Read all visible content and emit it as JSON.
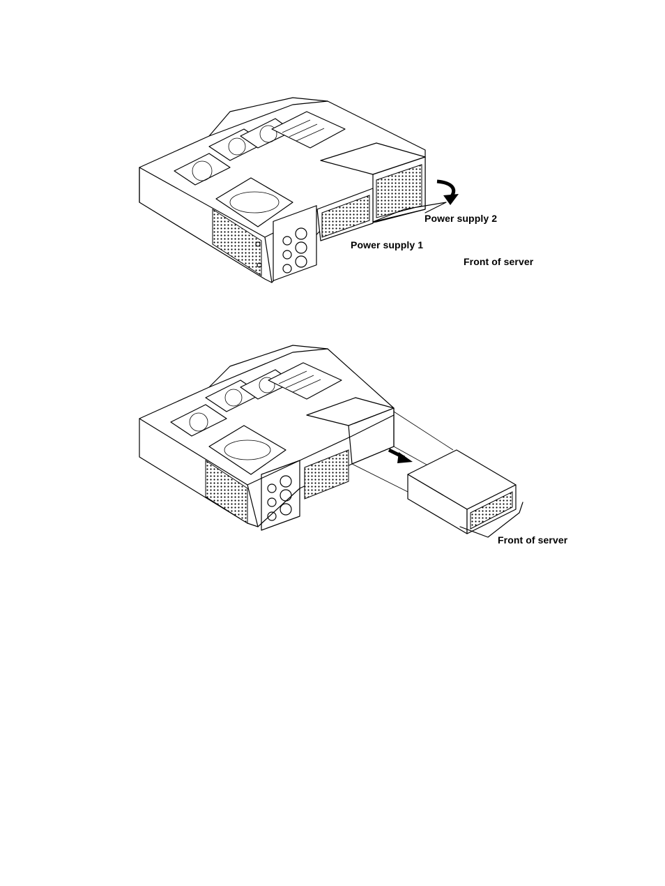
{
  "figure1": {
    "labels": {
      "power_supply_2": "Power supply 2",
      "power_supply_1": "Power supply 1",
      "front_of_server": "Front of server"
    }
  },
  "figure2": {
    "labels": {
      "front_of_server": "Front of server"
    }
  },
  "icons": {
    "rotate_arrow": "curved-arrow-icon",
    "pull_arrow": "pull-arrow-icon"
  }
}
